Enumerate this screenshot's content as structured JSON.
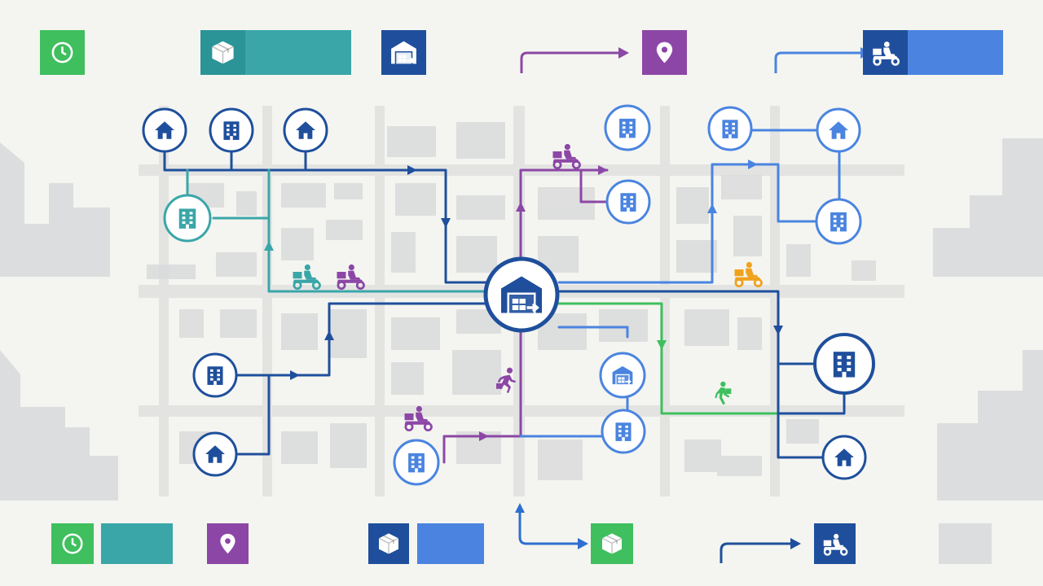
{
  "colors": {
    "background": "#f4f5f0",
    "street": "#e3e4e2",
    "block": "#d9dadb",
    "skyline": "#dcdddf",
    "navy": "#1f4f9c",
    "teal": "#3aa6a8",
    "purple": "#8c47a6",
    "blue": "#4a84e0",
    "green": "#3fbf5e",
    "orange": "#f0a21c"
  },
  "hub": {
    "icon": "warehouse-icon",
    "color": "navy"
  },
  "nodes": [
    {
      "id": "house-1",
      "icon": "house-icon",
      "color": "navy"
    },
    {
      "id": "office-1",
      "icon": "building-icon",
      "color": "navy"
    },
    {
      "id": "house-2",
      "icon": "house-icon",
      "color": "navy"
    },
    {
      "id": "office-2",
      "icon": "building-icon",
      "color": "teal"
    },
    {
      "id": "office-3",
      "icon": "building-icon",
      "color": "navy"
    },
    {
      "id": "house-3",
      "icon": "house-icon",
      "color": "navy"
    },
    {
      "id": "office-4",
      "icon": "building-icon",
      "color": "blue"
    },
    {
      "id": "office-5",
      "icon": "building-icon",
      "color": "blue"
    },
    {
      "id": "office-6",
      "icon": "building-icon",
      "color": "blue"
    },
    {
      "id": "house-4",
      "icon": "house-icon",
      "color": "blue"
    },
    {
      "id": "office-7",
      "icon": "building-icon",
      "color": "blue"
    },
    {
      "id": "warehouse-2",
      "icon": "warehouse-icon",
      "color": "blue"
    },
    {
      "id": "office-8",
      "icon": "building-icon",
      "color": "blue"
    },
    {
      "id": "office-9",
      "icon": "building-icon",
      "color": "blue"
    },
    {
      "id": "office-10",
      "icon": "building-icon",
      "color": "navy"
    },
    {
      "id": "house-5",
      "icon": "house-icon",
      "color": "navy"
    }
  ],
  "couriers": [
    {
      "id": "scooter-teal",
      "icon": "scooter-courier-icon",
      "color": "teal"
    },
    {
      "id": "scooter-purple-1",
      "icon": "scooter-courier-icon",
      "color": "purple"
    },
    {
      "id": "scooter-purple-2",
      "icon": "scooter-courier-icon",
      "color": "purple"
    },
    {
      "id": "scooter-purple-3",
      "icon": "scooter-courier-icon",
      "color": "purple"
    },
    {
      "id": "scooter-orange",
      "icon": "scooter-courier-icon",
      "color": "orange"
    },
    {
      "id": "walker-green",
      "icon": "walking-courier-icon",
      "color": "green"
    },
    {
      "id": "runner-purple",
      "icon": "running-courier-icon",
      "color": "purple"
    }
  ],
  "routes": [
    {
      "id": "navy-top",
      "color": "navy"
    },
    {
      "id": "teal-left",
      "color": "teal"
    },
    {
      "id": "navy-left",
      "color": "navy"
    },
    {
      "id": "purple-top",
      "color": "purple"
    },
    {
      "id": "purple-bottom",
      "color": "purple"
    },
    {
      "id": "blue-right",
      "color": "blue"
    },
    {
      "id": "green-right",
      "color": "green"
    },
    {
      "id": "navy-right",
      "color": "navy"
    }
  ],
  "legend": {
    "top": [
      {
        "id": "clock",
        "icon": "clock-icon",
        "color": "green"
      },
      {
        "id": "box",
        "icon": "package-icon",
        "color": "teal"
      },
      {
        "id": "warehouse",
        "icon": "warehouse-icon",
        "color": "navy"
      },
      {
        "id": "arrow-purple",
        "icon": "arrow-icon",
        "color": "purple"
      },
      {
        "id": "pin",
        "icon": "location-pin-icon",
        "color": "purple"
      },
      {
        "id": "arrow-blue",
        "icon": "arrow-icon",
        "color": "blue"
      },
      {
        "id": "scooter",
        "icon": "scooter-courier-icon",
        "color": "navy"
      }
    ],
    "bottom": [
      {
        "id": "clock",
        "icon": "clock-icon",
        "color": "green"
      },
      {
        "id": "pin",
        "icon": "location-pin-icon",
        "color": "purple"
      },
      {
        "id": "box",
        "icon": "package-icon",
        "color": "navy"
      },
      {
        "id": "arrow-up",
        "icon": "arrow-icon",
        "color": "blue"
      },
      {
        "id": "box-green",
        "icon": "package-icon",
        "color": "green"
      },
      {
        "id": "arrow-navy",
        "icon": "arrow-icon",
        "color": "navy"
      },
      {
        "id": "scooter",
        "icon": "scooter-courier-icon",
        "color": "navy"
      }
    ]
  }
}
